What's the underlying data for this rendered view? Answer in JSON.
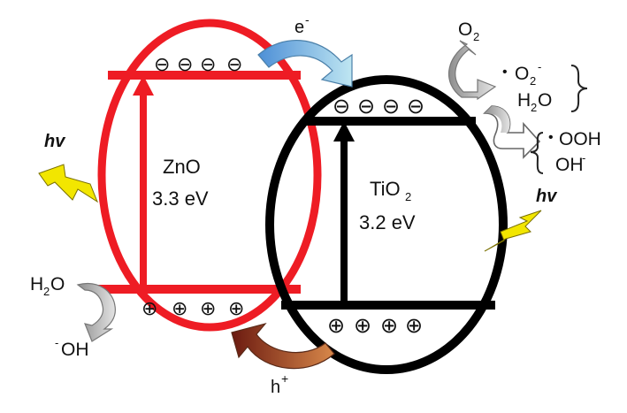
{
  "diagram": {
    "electron_label": "e",
    "electron_sup": "-",
    "hole_label": "h",
    "hole_sup": "+",
    "zno": {
      "name": "ZnO",
      "gap": "3.3 eV",
      "outline_color": "#ee1c24",
      "cb_charges": [
        "⊖",
        "⊖",
        "⊖",
        "⊖"
      ],
      "vb_charges": [
        "⊕",
        "⊕",
        "⊕",
        "⊕"
      ]
    },
    "tio2": {
      "name": "TiO",
      "name_sub": "2",
      "gap": "3.2 eV",
      "outline_color": "#000000",
      "cb_charges": [
        "⊖",
        "⊖",
        "⊖",
        "⊖"
      ],
      "vb_charges": [
        "⊕",
        "⊕",
        "⊕",
        "⊕"
      ]
    },
    "light_left": "hv",
    "light_right": "hv",
    "reduction": {
      "reactant": "O",
      "reactant_sub": "2",
      "superoxide": "O",
      "superoxide_sub": "2",
      "superoxide_sup": "-",
      "water": "H",
      "water_sub": "2",
      "water_tail": "O",
      "product_1": "OOH",
      "product_2": "OH",
      "product_2_sup": "-"
    },
    "oxidation": {
      "reactant": "H",
      "reactant_sub": "2",
      "reactant_tail": "O",
      "product": "OH",
      "product_sup": "-"
    },
    "radical_dot": "•"
  },
  "colors": {
    "electron_arrow_start": "#4d8fd6",
    "electron_arrow_end": "#bfe6f2",
    "hole_arrow_start": "#6b1a10",
    "hole_arrow_end": "#d8884a",
    "bolt": "#f2e600",
    "grey_arrow": "#b8b8b8"
  }
}
